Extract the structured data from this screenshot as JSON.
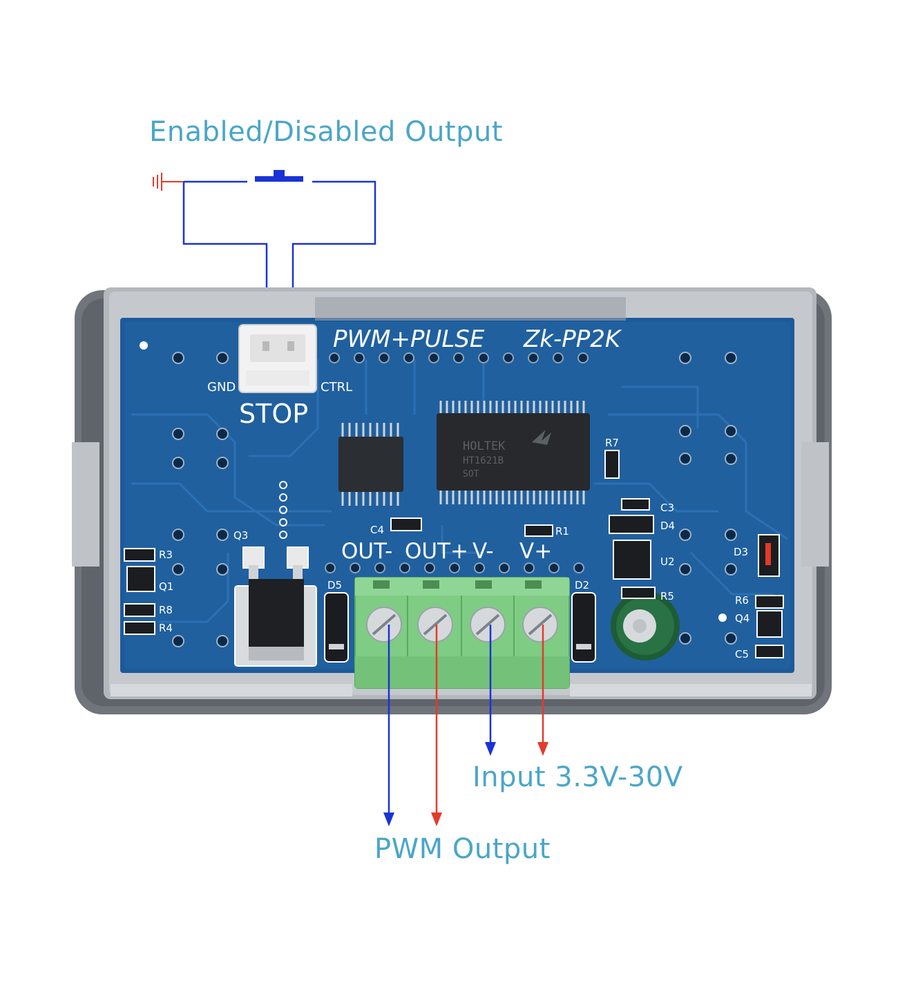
{
  "captions": {
    "enable_output": "Enabled/Disabled Output",
    "input": "Input 3.3V-30V",
    "pwm_output": "PWM Output"
  },
  "board": {
    "brand": "PWM+PULSE",
    "model": "Zk-PP2K",
    "stop_label": "STOP",
    "gnd_label": "GND",
    "ctrl_label": "CTRL",
    "terminal_labels": [
      "OUT-",
      "OUT+",
      "V-",
      "V+"
    ],
    "main_chip_lines": [
      "HOLTEK",
      "HT1621B",
      "SOT"
    ],
    "refs": {
      "r1": "R1",
      "r3": "R3",
      "r4": "R4",
      "r5": "R5",
      "r6": "R6",
      "r7": "R7",
      "r8": "R8",
      "c3": "C3",
      "c4": "C4",
      "c5": "C5",
      "d2": "D2",
      "d3": "D3",
      "d4": "D4",
      "d5": "D5",
      "q1": "Q1",
      "q3": "Q3",
      "q4": "Q4",
      "u2": "U2"
    }
  },
  "colors": {
    "caption": "#4aa6c8",
    "wire_blue": "#1a33d6",
    "wire_red": "#e43a2a",
    "pcb": "#1f5d9e",
    "terminal": "#7fcc84",
    "case": "#6b7077"
  }
}
